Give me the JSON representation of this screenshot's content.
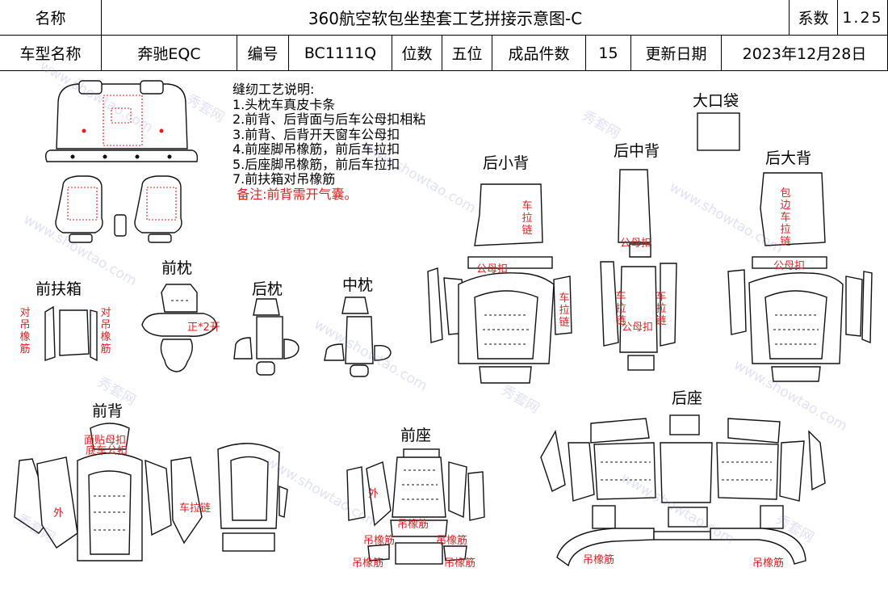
{
  "header": {
    "name_label": "名称",
    "title": "360航空软包坐垫套工艺拼接示意图-C",
    "coef_label": "系数",
    "coef_value": "1.25",
    "model_label": "车型名称",
    "model_value": "奔驰EQC",
    "code_label": "编号",
    "code_value": "BC1111Q",
    "seats_label": "位数",
    "seats_value": "五位",
    "pieces_label": "成品件数",
    "pieces_value": "15",
    "update_label": "更新日期",
    "update_value": "2023年12月28日"
  },
  "notes": {
    "title": "缝纫工艺说明:",
    "items": [
      "1.头枕车真皮卡条",
      "2.前背、后背面与后车公母扣相粘",
      "3.前背、后背开天窗车公母扣",
      "4.前座脚吊橡筋，前后车拉扣",
      "5.后座脚吊橡筋，前后车拉扣",
      "7.前扶箱对吊橡筋"
    ],
    "remark": "备注:前背需开气囊。"
  },
  "sections": {
    "big_pocket": "大口袋",
    "rear_small_back": "后小背",
    "rear_mid_back": "后中背",
    "rear_big_back": "后大背",
    "front_armrest": "前扶箱",
    "front_headrest": "前枕",
    "rear_headrest": "后枕",
    "mid_headrest": "中枕",
    "front_back": "前背",
    "front_seat": "前座",
    "rear_seat": "后座"
  },
  "annotations": {
    "pull_buckle_v": "车拉链",
    "snap_buckle": "公母扣",
    "edge_pull_buckle": "包边车拉链",
    "armrest_band": "对吊橡筋",
    "headrest_open": "正*2开",
    "face_snap": "面贴母扣",
    "bottom_snap": "底车公扣",
    "outer": "外",
    "pull_zip": "车拉链",
    "elastic": "吊橡筋"
  },
  "watermark": {
    "cn": "秀套网",
    "en": "www.showtao.com"
  },
  "colors": {
    "accent_red": "#e02020",
    "line": "#111111",
    "watermark": "#b4b4f0"
  }
}
